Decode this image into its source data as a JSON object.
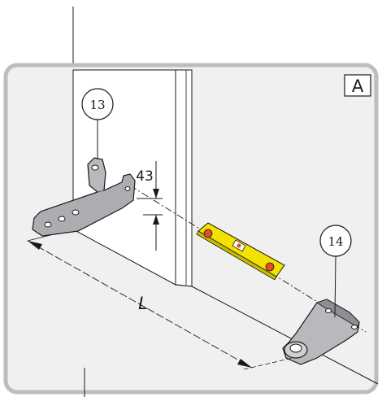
{
  "diagram": {
    "panel_label": "A",
    "callouts": [
      {
        "id": "13",
        "label": "13"
      },
      {
        "id": "14",
        "label": "14"
      }
    ],
    "dimension_value": "43",
    "length_label": "L",
    "colors": {
      "panel_border": "#bdbdbd",
      "panel_fill": "#f0f0f0",
      "line": "#1a1a1a",
      "hinge_fill": "#b8b8bd",
      "hinge_dark": "#8e8e94",
      "level_fill": "#f2e200",
      "level_accent": "#e24a2a"
    }
  }
}
